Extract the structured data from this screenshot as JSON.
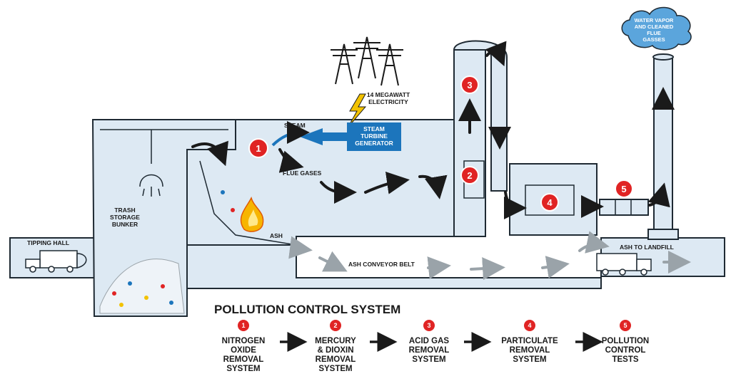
{
  "labels": {
    "tipping_hall": "TIPPING HALL",
    "trash_bunker": [
      "TRASH",
      "STORAGE",
      "BUNKER"
    ],
    "steam": "STEAM",
    "turbine": [
      "STEAM",
      "TURBINE",
      "GENERATOR"
    ],
    "electricity": [
      "14 MEGAWATT",
      "ELECTRICITY"
    ],
    "flue_gases": "FLUE GASES",
    "ash": "ASH",
    "ash_conveyor": "ASH CONVEYOR BELT",
    "ash_landfill": "ASH TO LANDFILL",
    "cloud": [
      "WATER VAPOR",
      "AND CLEANED",
      "FLUE",
      "GASSES"
    ]
  },
  "markers": [
    "1",
    "2",
    "3",
    "4",
    "5"
  ],
  "legend": {
    "title": "POLLUTION CONTROL SYSTEM",
    "steps": [
      {
        "num": "1",
        "lines": [
          "NITROGEN",
          "OXIDE",
          "REMOVAL",
          "SYSTEM"
        ]
      },
      {
        "num": "2",
        "lines": [
          "MERCURY",
          "& DIOXIN",
          "REMOVAL",
          "SYSTEM"
        ]
      },
      {
        "num": "3",
        "lines": [
          "ACID GAS",
          "REMOVAL",
          "SYSTEM"
        ]
      },
      {
        "num": "4",
        "lines": [
          "PARTICULATE",
          "REMOVAL",
          "SYSTEM"
        ]
      },
      {
        "num": "5",
        "lines": [
          "POLLUTION",
          "CONTROL",
          "TESTS"
        ]
      }
    ]
  },
  "colors": {
    "plant_fill": "#dde9f3",
    "outline": "#1f2a33",
    "marker_red": "#e02424",
    "turbine_blue": "#1c75bc",
    "cloud_blue": "#5ba5dc",
    "arrow_dark": "#1a1a1a",
    "arrow_gray": "#9aa3a9"
  }
}
